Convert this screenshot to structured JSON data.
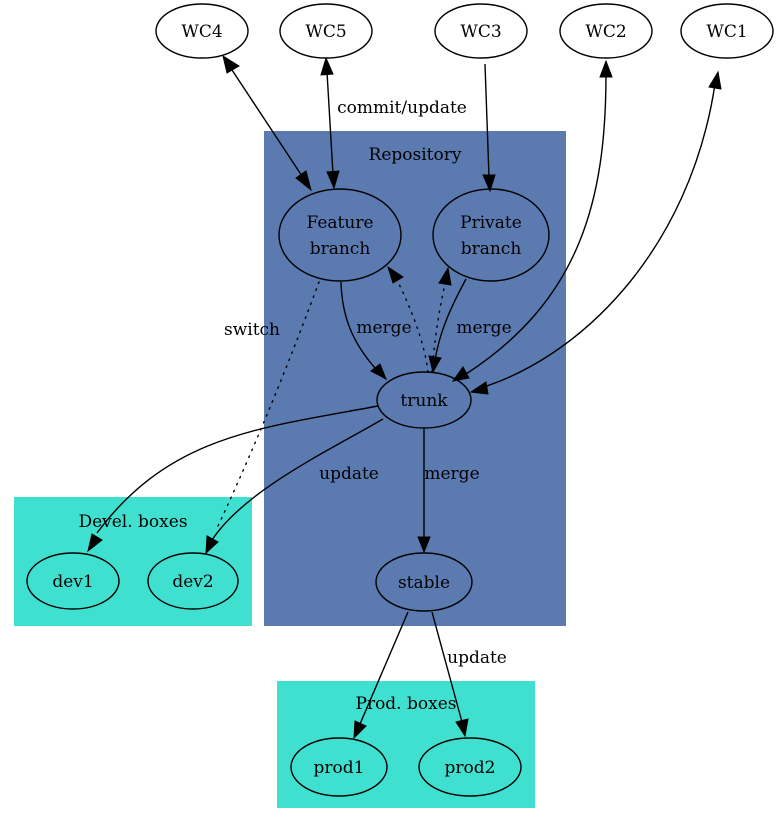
{
  "colors": {
    "repository": "#5b7ab0",
    "boxes": "#40e0d0",
    "node_fill_white": "#ffffff",
    "stroke": "#000000"
  },
  "clusters": {
    "repository": "Repository",
    "devel": "Devel. boxes",
    "prod": "Prod. boxes"
  },
  "nodes": {
    "wc4": "WC4",
    "wc5": "WC5",
    "wc3": "WC3",
    "wc2": "WC2",
    "wc1": "WC1",
    "feature_branch": [
      "Feature",
      "branch"
    ],
    "private_branch": [
      "Private",
      "branch"
    ],
    "trunk": "trunk",
    "stable": "stable",
    "dev1": "dev1",
    "dev2": "dev2",
    "prod1": "prod1",
    "prod2": "prod2"
  },
  "edge_labels": {
    "commit_update": "commit/update",
    "switch": "switch",
    "merge_feature": "merge",
    "merge_private": "merge",
    "update_dev": "update",
    "merge_stable": "merge",
    "update_prod": "update"
  }
}
